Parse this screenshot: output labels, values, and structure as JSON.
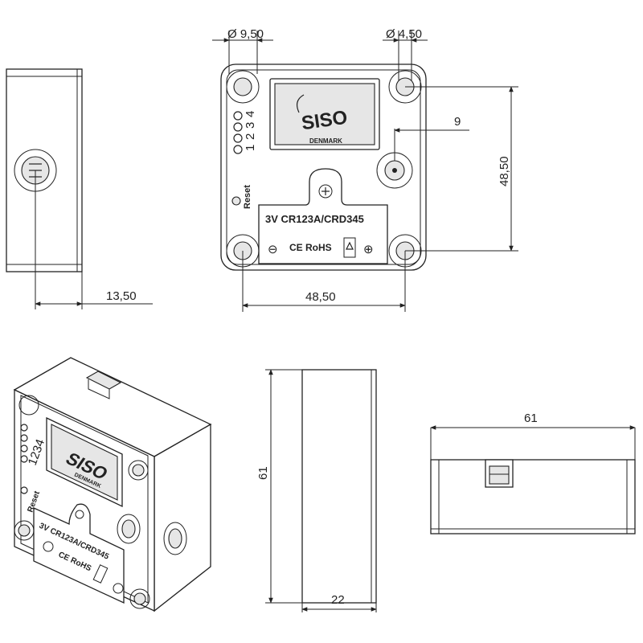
{
  "dimensions": {
    "hole_large": "Ø 9,50",
    "hole_small": "Ø 4,50",
    "offset_9": "9",
    "height_48_50": "48,50",
    "width_48_50": "48,50",
    "depth_13_50": "13,50",
    "height_61": "61",
    "depth_22": "22",
    "width_61": "61"
  },
  "device": {
    "brand": "SISO",
    "brand_sub": "DENMARK",
    "led_numbers": [
      "1",
      "2",
      "3",
      "4"
    ],
    "reset_label": "Reset",
    "battery_label": "3V CR123A/CRD345",
    "minus_symbol": "⊖",
    "plus_symbol": "⊕",
    "cert_label": "CE RoHS"
  },
  "iso_view": {
    "led_numbers_text": "1234",
    "reset_label": "Reset",
    "battery_label": "3V CR123A/CRD345",
    "cert_label": "CE RoHS",
    "brand": "SISO",
    "brand_sub": "DENMARK"
  }
}
